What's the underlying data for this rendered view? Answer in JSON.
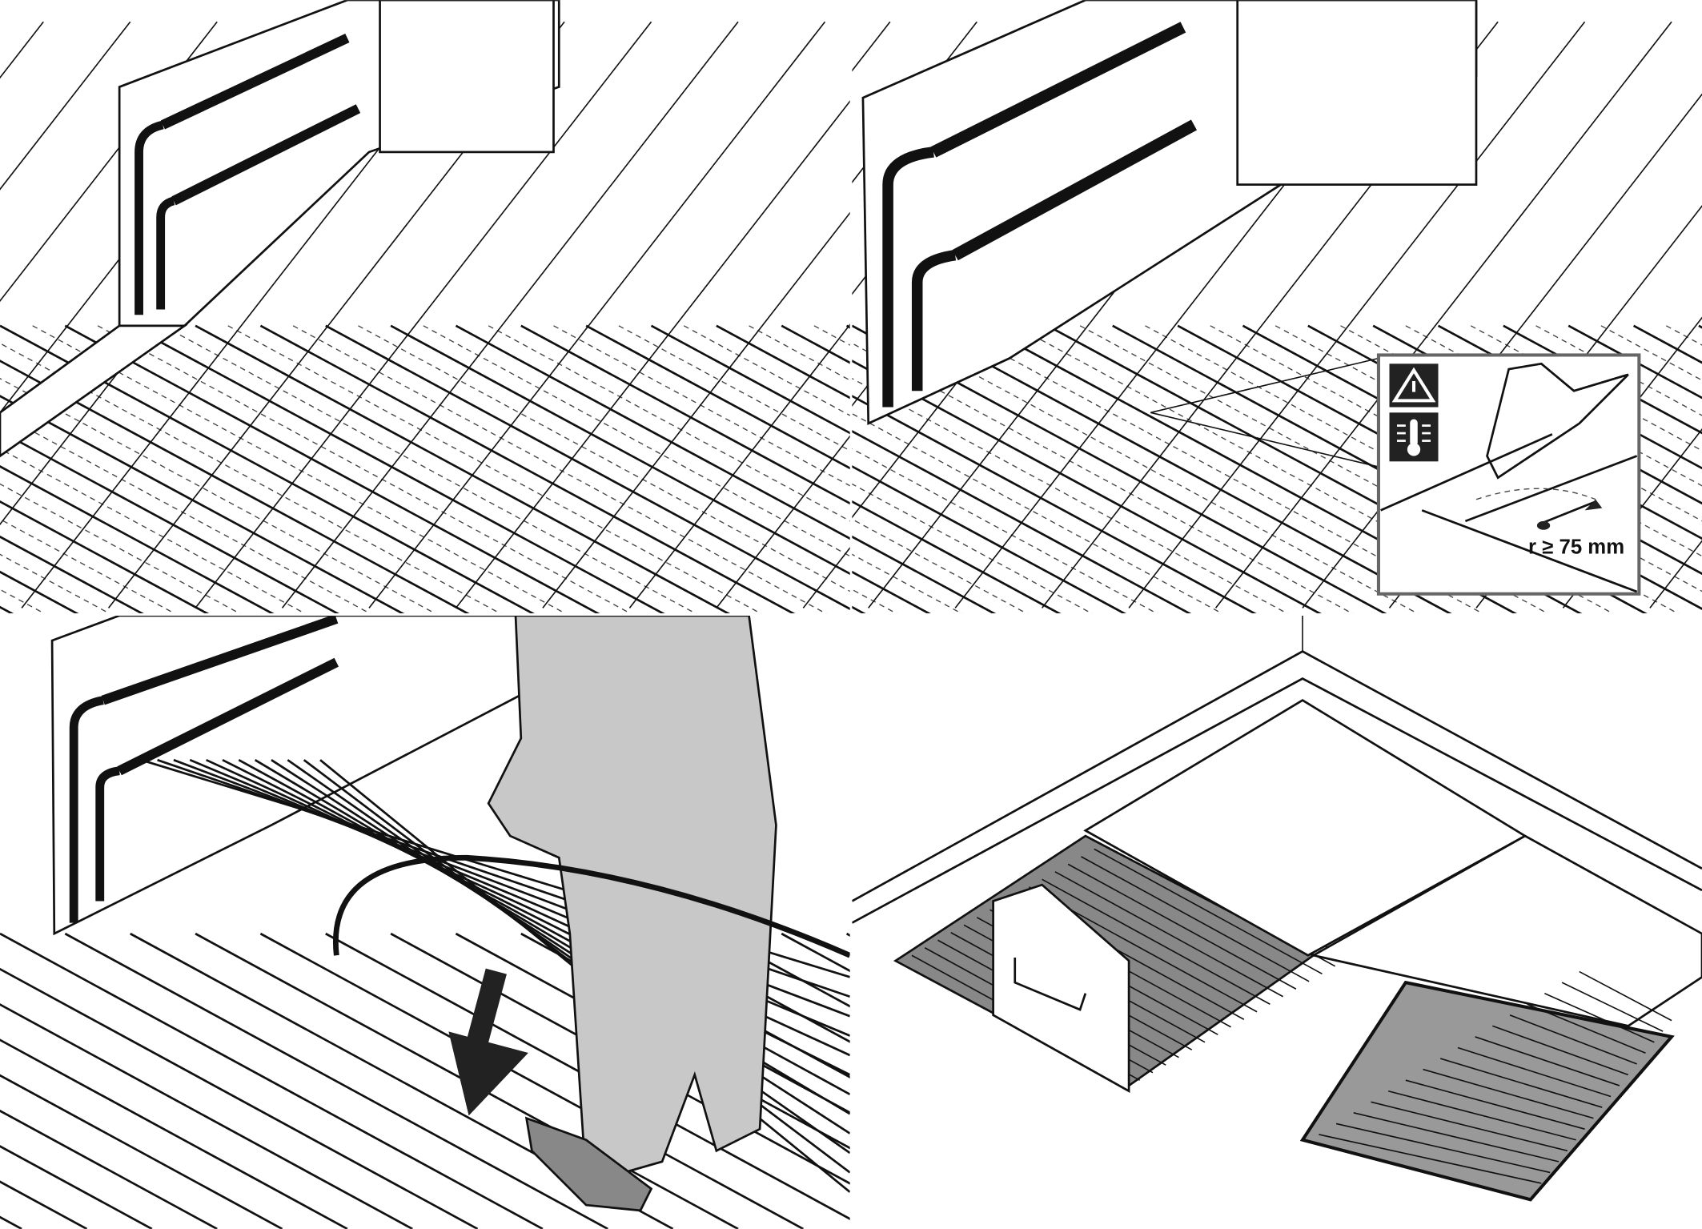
{
  "figure": {
    "panels": [
      {
        "id": 1,
        "content": "manifold-with-insulation-boards"
      },
      {
        "id": 2,
        "content": "boards-cut-for-pipe-bends"
      },
      {
        "id": 3,
        "content": "laying-heating-pipe"
      },
      {
        "id": 4,
        "content": "tile-adhesive-and-tiles"
      }
    ],
    "inset": {
      "icons": [
        "warning-icon",
        "thermometer-icon"
      ],
      "radius_label": "r ≥ 75 mm"
    },
    "colors": {
      "line": "#111111",
      "fill_gray": "#c8c8c8",
      "inset_border": "#666666"
    }
  }
}
